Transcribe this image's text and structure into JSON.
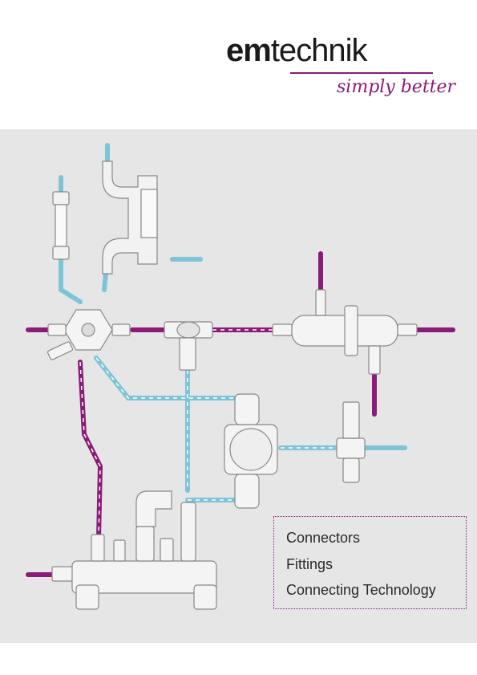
{
  "brand": {
    "name_bold": "em",
    "name_rest": "technik",
    "tagline": "simply better",
    "accent_color": "#8a1b77"
  },
  "illustration": {
    "subject": "piping-system",
    "water_line_color": "#7cc4d6",
    "gas_line_color": "#8a1b77"
  },
  "topics": [
    "Connectors",
    "Fittings",
    "Connecting Technology"
  ]
}
